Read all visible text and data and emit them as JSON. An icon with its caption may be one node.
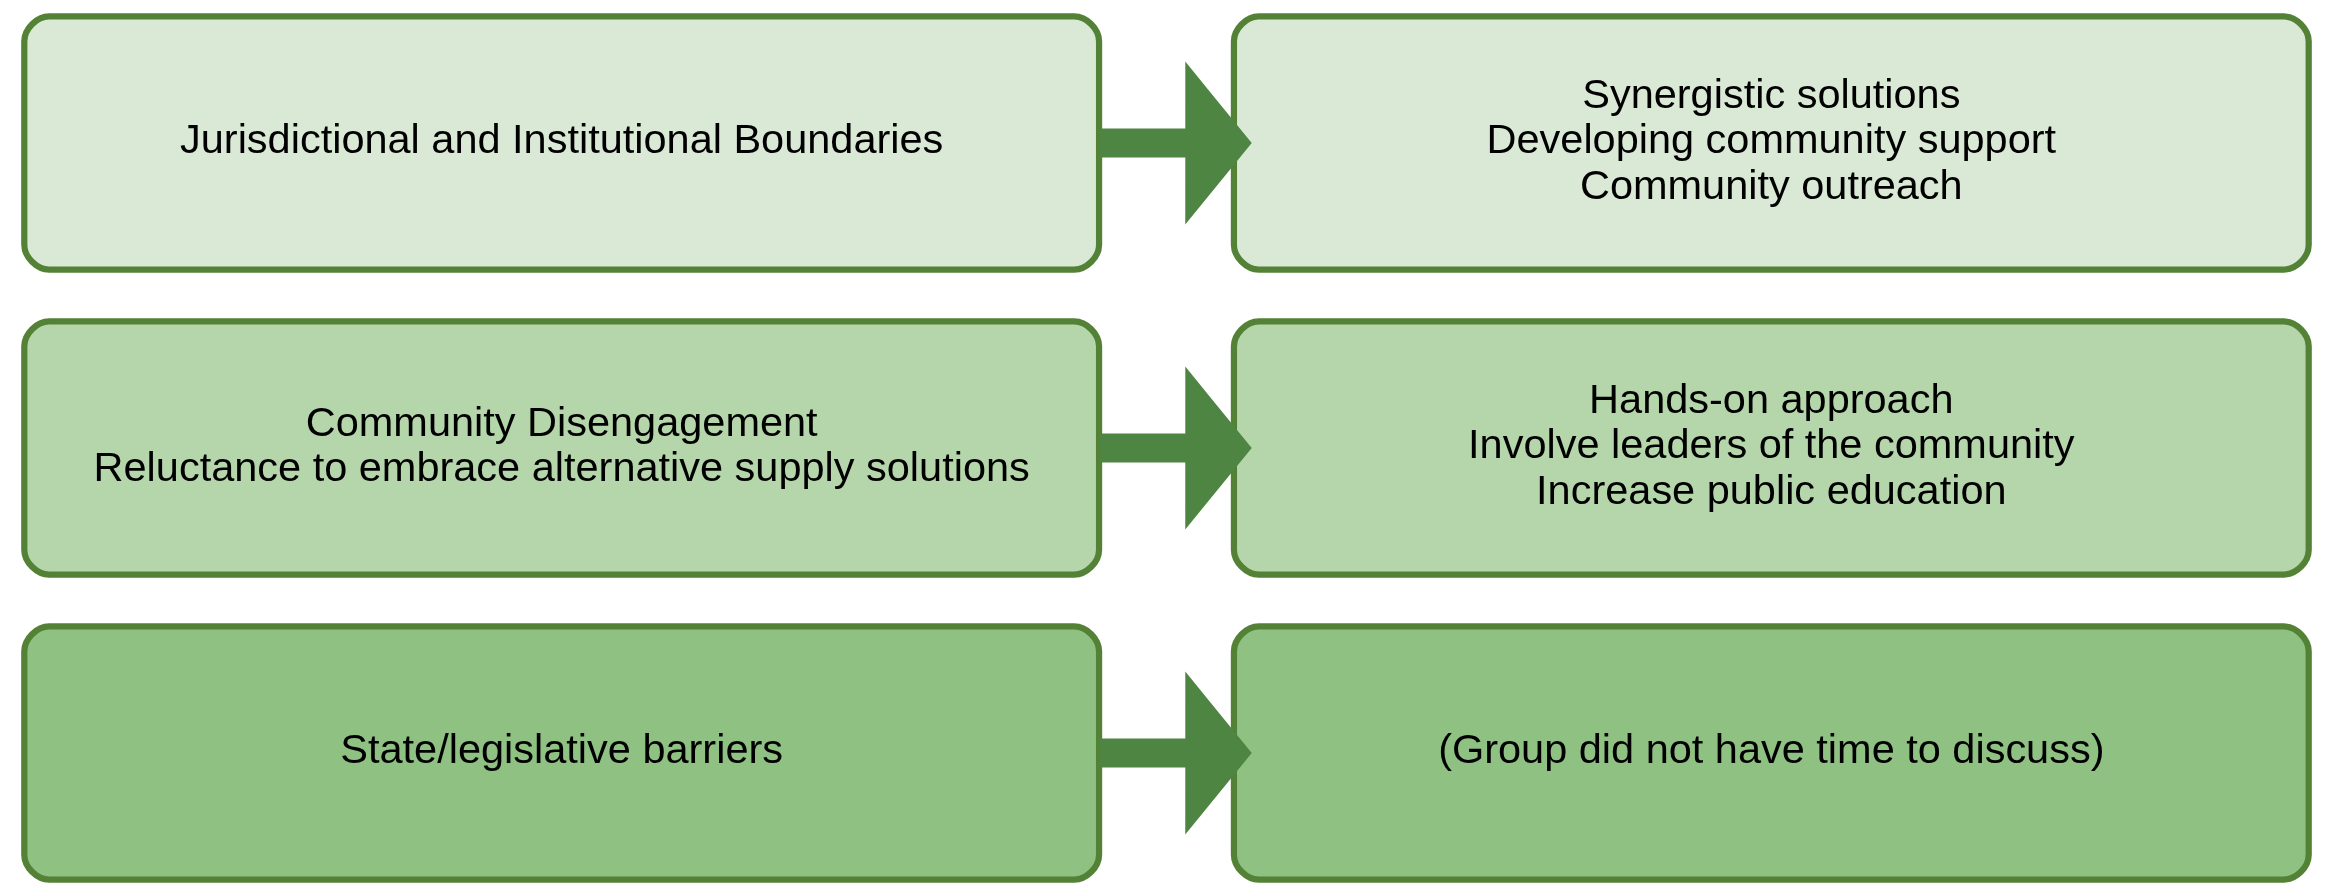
{
  "diagram": {
    "nodes": [
      {
        "text": [
          "Jurisdictional and Institutional Boundaries"
        ]
      },
      {
        "text": [
          "Synergistic solutions",
          "Developing community support",
          "Community outreach"
        ]
      },
      {
        "text": [
          "Community Disengagement",
          "Reluctance to embrace alternative supply solutions"
        ]
      },
      {
        "text": [
          "Hands-on approach",
          "Involve leaders of the community",
          "Increase public education"
        ]
      },
      {
        "text": [
          "State/legislative barriers"
        ]
      },
      {
        "text": [
          "(Group did not have time to discuss)"
        ]
      }
    ],
    "edges": [
      {
        "from": 0,
        "to": 1,
        "arrow": "to"
      },
      {
        "from": 2,
        "to": 3,
        "arrow": "to"
      },
      {
        "from": 4,
        "to": 5,
        "arrow": "to"
      }
    ]
  }
}
